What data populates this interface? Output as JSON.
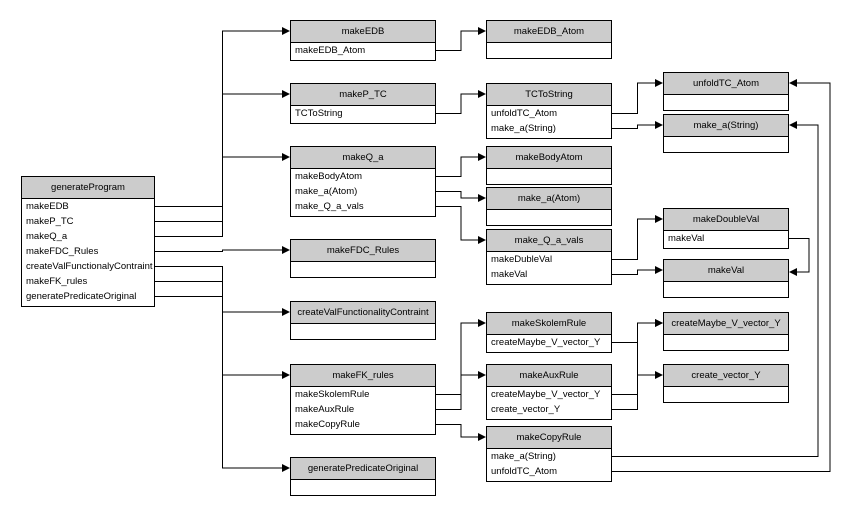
{
  "boxes": [
    {
      "id": "generateProgram",
      "title": "generateProgram",
      "rows": [
        "makeEDB",
        "makeP_TC",
        "makeQ_a",
        "makeFDC_Rules",
        "createValFunctionalyContraint",
        "makeFK_rules",
        "generatePredicateOriginal"
      ]
    },
    {
      "id": "makeEDB",
      "title": "makeEDB",
      "rows": [
        "makeEDB_Atom"
      ]
    },
    {
      "id": "makeEDB_Atom",
      "title": "makeEDB_Atom",
      "rows": []
    },
    {
      "id": "makeP_TC",
      "title": "makeP_TC",
      "rows": [
        "TCToString"
      ]
    },
    {
      "id": "TCToString",
      "title": "TCToString",
      "rows": [
        "unfoldTC_Atom",
        "make_a(String)"
      ]
    },
    {
      "id": "unfoldTC_Atom",
      "title": "unfoldTC_Atom",
      "rows": []
    },
    {
      "id": "make_a_String",
      "title": "make_a(String)",
      "rows": []
    },
    {
      "id": "makeQ_a",
      "title": "makeQ_a",
      "rows": [
        "makeBodyAtom",
        "make_a(Atom)",
        "make_Q_a_vals"
      ]
    },
    {
      "id": "makeBodyAtom",
      "title": "makeBodyAtom",
      "rows": []
    },
    {
      "id": "make_a_Atom",
      "title": "make_a(Atom)",
      "rows": []
    },
    {
      "id": "make_Q_a_vals",
      "title": "make_Q_a_vals",
      "rows": [
        "makeDubleVal",
        "makeVal"
      ]
    },
    {
      "id": "makeDoubleVal",
      "title": "makeDoubleVal",
      "rows": [
        "makeVal"
      ]
    },
    {
      "id": "makeVal",
      "title": "makeVal",
      "rows": []
    },
    {
      "id": "makeFDC_Rules",
      "title": "makeFDC_Rules",
      "rows": []
    },
    {
      "id": "createValFunctionalityContraint",
      "title": "createValFunctionalityContraint",
      "rows": []
    },
    {
      "id": "makeFK_rules",
      "title": "makeFK_rules",
      "rows": [
        "makeSkolemRule",
        "makeAuxRule",
        "makeCopyRule"
      ]
    },
    {
      "id": "makeSkolemRule",
      "title": "makeSkolemRule",
      "rows": [
        "createMaybe_V_vector_Y"
      ]
    },
    {
      "id": "createMaybe_V_vector_Y",
      "title": "createMaybe_V_vector_Y",
      "rows": []
    },
    {
      "id": "makeAuxRule",
      "title": "makeAuxRule",
      "rows": [
        "createMaybe_V_vector_Y",
        "create_vector_Y"
      ]
    },
    {
      "id": "create_vector_Y",
      "title": "create_vector_Y",
      "rows": []
    },
    {
      "id": "makeCopyRule",
      "title": "makeCopyRule",
      "rows": [
        "make_a(String)",
        "unfoldTC_Atom"
      ]
    },
    {
      "id": "generatePredicateOriginal",
      "title": "generatePredicateOriginal",
      "rows": []
    }
  ],
  "edges": [
    {
      "from": "generateProgram",
      "row": 0,
      "to": "makeEDB"
    },
    {
      "from": "generateProgram",
      "row": 1,
      "to": "makeP_TC"
    },
    {
      "from": "generateProgram",
      "row": 2,
      "to": "makeQ_a"
    },
    {
      "from": "generateProgram",
      "row": 3,
      "to": "makeFDC_Rules"
    },
    {
      "from": "generateProgram",
      "row": 4,
      "to": "createValFunctionalityContraint"
    },
    {
      "from": "generateProgram",
      "row": 5,
      "to": "makeFK_rules"
    },
    {
      "from": "generateProgram",
      "row": 6,
      "to": "generatePredicateOriginal"
    },
    {
      "from": "makeEDB",
      "row": 0,
      "to": "makeEDB_Atom"
    },
    {
      "from": "makeP_TC",
      "row": 0,
      "to": "TCToString"
    },
    {
      "from": "TCToString",
      "row": 0,
      "to": "unfoldTC_Atom"
    },
    {
      "from": "TCToString",
      "row": 1,
      "to": "make_a_String"
    },
    {
      "from": "makeQ_a",
      "row": 0,
      "to": "makeBodyAtom"
    },
    {
      "from": "makeQ_a",
      "row": 1,
      "to": "make_a_Atom"
    },
    {
      "from": "makeQ_a",
      "row": 2,
      "to": "make_Q_a_vals"
    },
    {
      "from": "make_Q_a_vals",
      "row": 0,
      "to": "makeDoubleVal"
    },
    {
      "from": "make_Q_a_vals",
      "row": 1,
      "to": "makeVal"
    },
    {
      "from": "makeDoubleVal",
      "row": 0,
      "to": "makeVal"
    },
    {
      "from": "makeFK_rules",
      "row": 0,
      "to": "makeSkolemRule"
    },
    {
      "from": "makeFK_rules",
      "row": 1,
      "to": "makeAuxRule"
    },
    {
      "from": "makeFK_rules",
      "row": 2,
      "to": "makeCopyRule"
    },
    {
      "from": "makeSkolemRule",
      "row": 0,
      "to": "createMaybe_V_vector_Y"
    },
    {
      "from": "makeAuxRule",
      "row": 0,
      "to": "createMaybe_V_vector_Y"
    },
    {
      "from": "makeAuxRule",
      "row": 1,
      "to": "create_vector_Y"
    },
    {
      "from": "makeCopyRule",
      "row": 0,
      "to": "make_a_String"
    },
    {
      "from": "makeCopyRule",
      "row": 1,
      "to": "unfoldTC_Atom"
    }
  ]
}
